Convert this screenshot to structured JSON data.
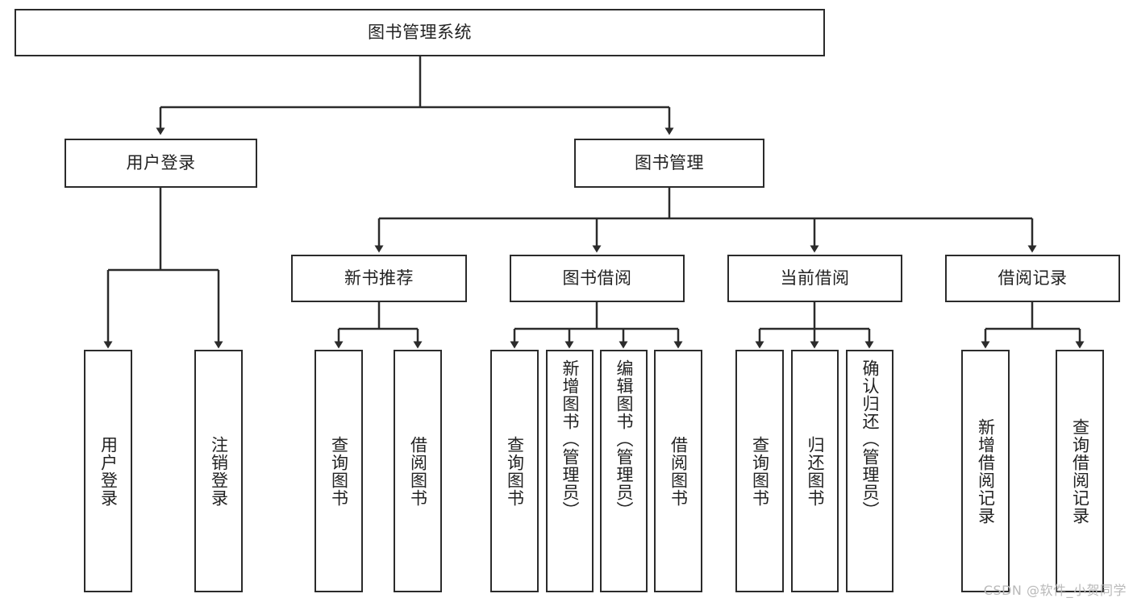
{
  "diagram": {
    "type": "tree",
    "title": "图书管理系统",
    "root": {
      "label": "图书管理系统"
    },
    "level2": [
      {
        "label": "用户登录"
      },
      {
        "label": "图书管理"
      }
    ],
    "level3": [
      {
        "label": "新书推荐"
      },
      {
        "label": "图书借阅"
      },
      {
        "label": "当前借阅"
      },
      {
        "label": "借阅记录"
      }
    ],
    "leaves": [
      {
        "label": "用户登录",
        "parent": "用户登录"
      },
      {
        "label": "注销登录",
        "parent": "用户登录"
      },
      {
        "label": "查询图书",
        "parent": "新书推荐"
      },
      {
        "label": "借阅图书",
        "parent": "新书推荐"
      },
      {
        "label": "查询图书",
        "parent": "图书借阅"
      },
      {
        "label": "新增图书（管理员）",
        "parent": "图书借阅"
      },
      {
        "label": "编辑图书（管理员）",
        "parent": "图书借阅"
      },
      {
        "label": "借阅图书",
        "parent": "图书借阅"
      },
      {
        "label": "查询图书",
        "parent": "当前借阅"
      },
      {
        "label": "归还图书",
        "parent": "当前借阅"
      },
      {
        "label": "确认归还（管理员）",
        "parent": "当前借阅"
      },
      {
        "label": "新增借阅记录",
        "parent": "借阅记录"
      },
      {
        "label": "查询借阅记录",
        "parent": "借阅记录"
      }
    ],
    "colors": {
      "stroke": "#2b2b2b",
      "fill": "#ffffff",
      "text": "#222222",
      "watermark": "#b9b9b9"
    }
  },
  "watermark": {
    "text": "CSDN @软件_小贺同学"
  }
}
